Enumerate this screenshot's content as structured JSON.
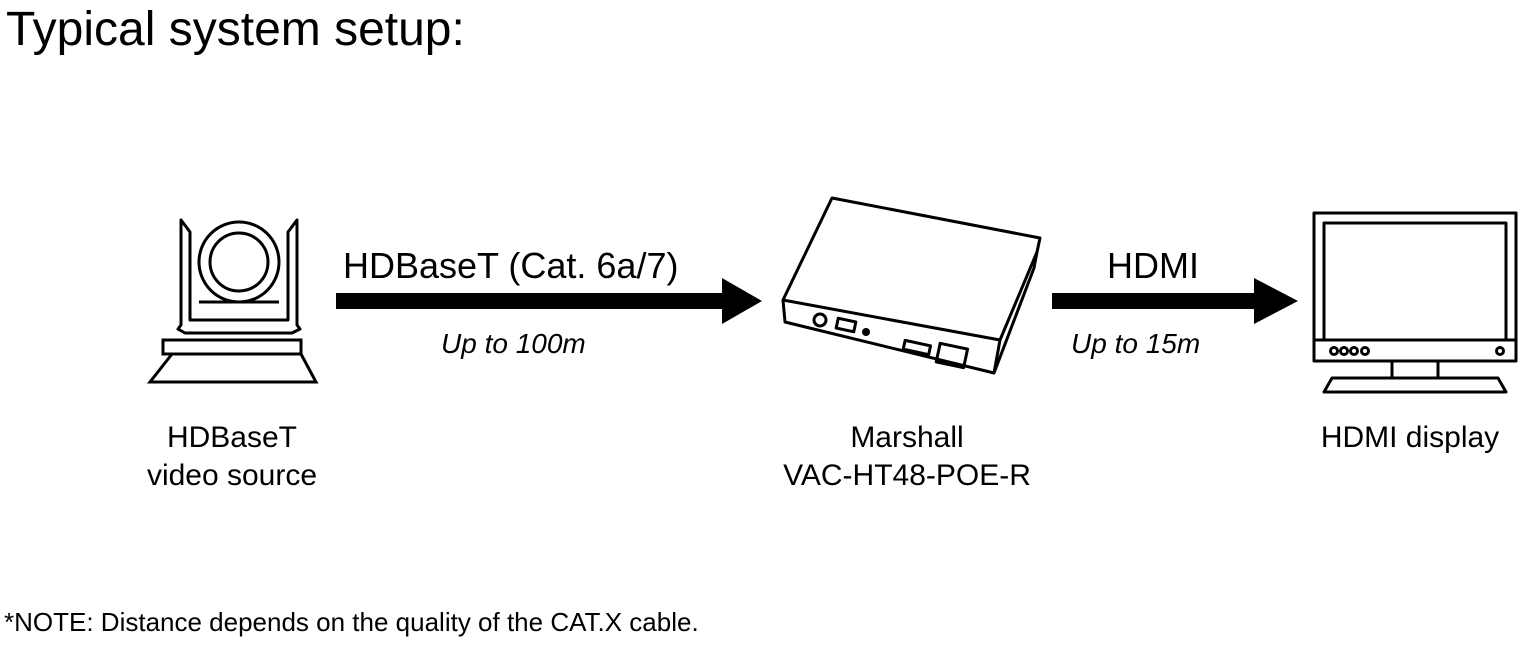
{
  "title": "Typical system setup:",
  "links": [
    {
      "label": "HDBaseT (Cat. 6a/7)",
      "distance": "Up to 100m"
    },
    {
      "label": "HDMI",
      "distance": "Up to 15m"
    }
  ],
  "devices": {
    "source": {
      "line1": "HDBaseT",
      "line2": "video source",
      "icon": "ptz-camera-icon"
    },
    "receiver": {
      "line1": "Marshall",
      "line2": "VAC-HT48-POE-R",
      "icon": "receiver-box-icon"
    },
    "display": {
      "line1": "HDMI display",
      "icon": "monitor-icon"
    }
  },
  "note": "*NOTE: Distance depends on the quality of the CAT.X cable."
}
